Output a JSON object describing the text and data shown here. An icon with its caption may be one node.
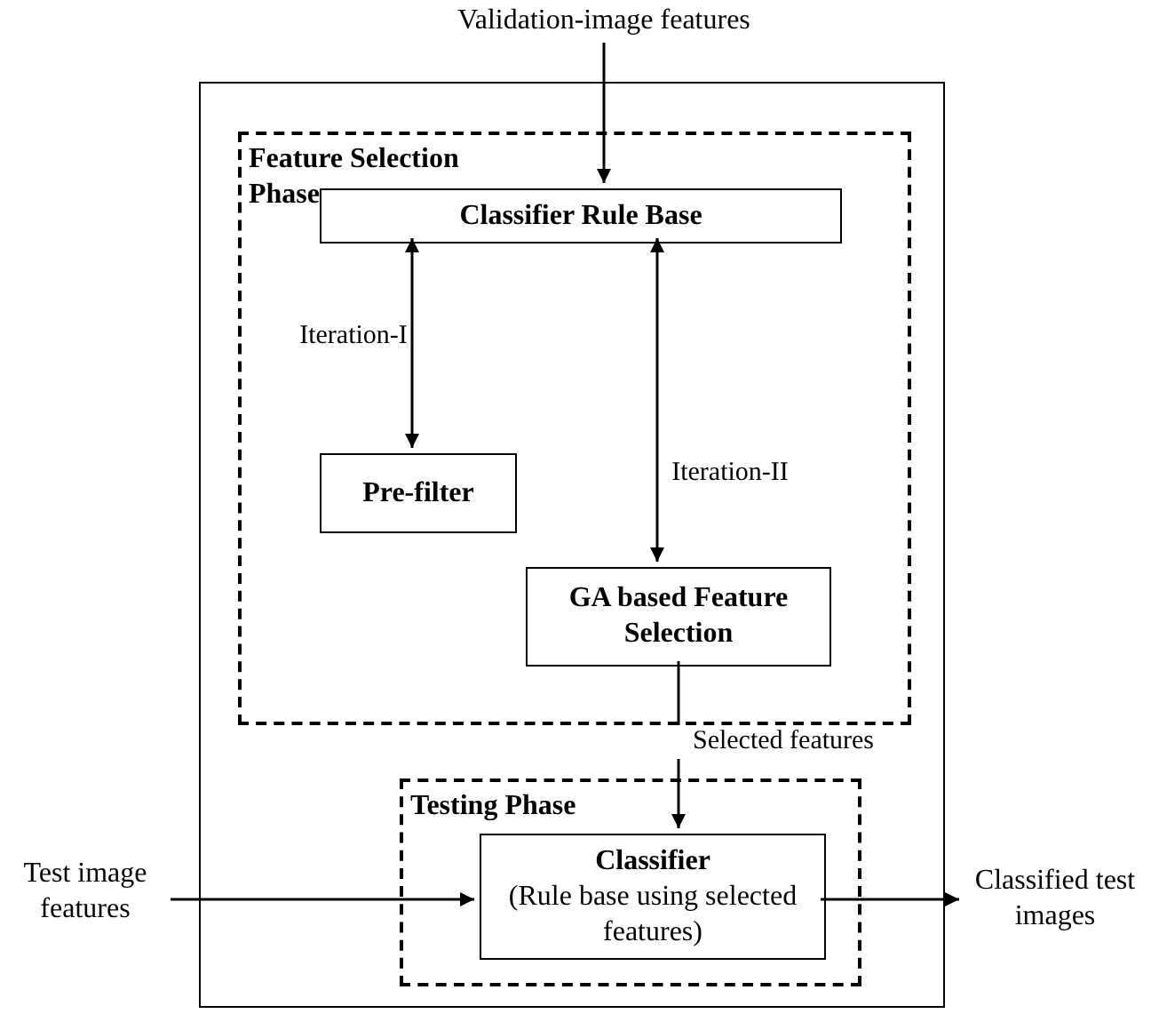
{
  "diagram": {
    "nodes": [
      {
        "text": [],
        "shape": "box"
      },
      {
        "text": [
          "Feature Selection Phase"
        ],
        "in": 0
      },
      {
        "text": [
          "Classifier Rule Base"
        ],
        "in": 1
      },
      {
        "text": [
          "Pre-filter"
        ],
        "in": 1
      },
      {
        "text": [
          "GA based Feature Selection"
        ],
        "in": 1
      },
      {
        "text": [
          "Testing Phase"
        ],
        "in": 0
      },
      {
        "text": [
          "Classifier",
          "(Rule base using selected features)"
        ],
        "in": 5
      },
      {
        "text": [
          "Validation-image features"
        ]
      },
      {
        "text": [
          "Test image features"
        ]
      },
      {
        "text": [
          "Classified test images"
        ]
      }
    ],
    "edges": [
      {
        "from": 7,
        "to": 2,
        "arrow": "to"
      },
      {
        "from": 2,
        "to": 3,
        "arrow": "both",
        "label": "Iteration-I"
      },
      {
        "from": 2,
        "to": 4,
        "arrow": "both",
        "label": "Iteration-II"
      },
      {
        "from": 4,
        "to": 6,
        "arrow": "to",
        "label": "Selected features"
      },
      {
        "from": 8,
        "to": 6,
        "arrow": "to"
      },
      {
        "from": 6,
        "to": 9,
        "arrow": "to"
      }
    ]
  }
}
